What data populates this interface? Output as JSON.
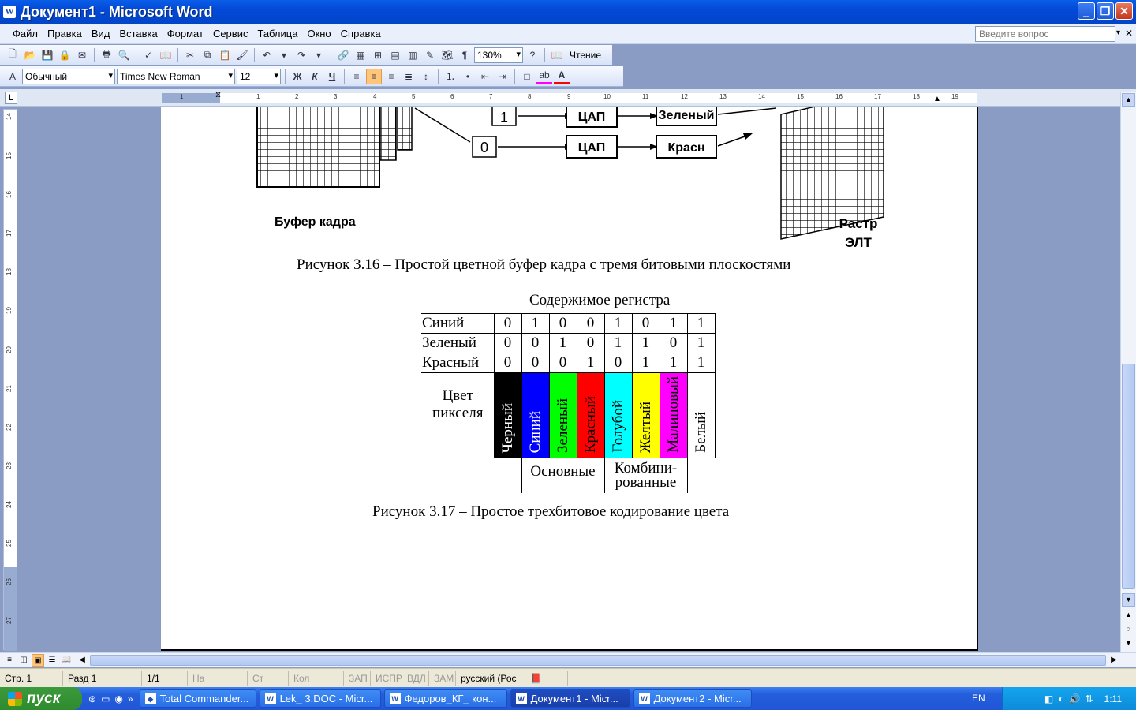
{
  "window": {
    "title": "Документ1 - Microsoft Word",
    "app_icon": "W",
    "min": "_",
    "max": "❐",
    "close": "✕"
  },
  "menu": [
    "Файл",
    "Правка",
    "Вид",
    "Вставка",
    "Формат",
    "Сервис",
    "Таблица",
    "Окно",
    "Справка"
  ],
  "ask": {
    "placeholder": "Введите вопрос"
  },
  "toolbar": {
    "zoom": "130%",
    "reading": "Чтение",
    "style": "Обычный",
    "font": "Times New Roman",
    "size": "12",
    "bold": "Ж",
    "italic": "К",
    "underline": "Ч"
  },
  "ruler": {
    "corner": "L",
    "h_ticks": [
      "1",
      "1",
      "2",
      "3",
      "4",
      "5",
      "6",
      "7",
      "8",
      "9",
      "10",
      "11",
      "12",
      "13",
      "14",
      "15",
      "16",
      "17",
      "18",
      "19"
    ],
    "v_ticks": [
      "14",
      "15",
      "16",
      "17",
      "18",
      "19",
      "20",
      "21",
      "22",
      "23",
      "24",
      "25",
      "26",
      "27"
    ]
  },
  "figure1": {
    "buffer_label": "Буфер кадра",
    "raster_label": "Растр",
    "raster_label2": "ЭЛТ",
    "dac1": "ЦАП",
    "dac2": "ЦАП",
    "green": "Зеленый",
    "red": "Красн",
    "bit1": "1",
    "bit0": "0",
    "caption": "Рисунок 3.16 – Простой цветной буфер кадра с тремя битовыми плоскостями"
  },
  "register_header": "Содержимое регистра",
  "table": {
    "rows": [
      {
        "label": "Синий",
        "bits": [
          "0",
          "1",
          "0",
          "0",
          "1",
          "0",
          "1",
          "1"
        ]
      },
      {
        "label": "Зеленый",
        "bits": [
          "0",
          "0",
          "1",
          "0",
          "1",
          "1",
          "0",
          "1"
        ]
      },
      {
        "label": "Красный",
        "bits": [
          "0",
          "0",
          "0",
          "1",
          "0",
          "1",
          "1",
          "1"
        ]
      }
    ],
    "pixel_label_1": "Цвет",
    "pixel_label_2": "пикселя",
    "colors": [
      {
        "name": "Черный",
        "bg": "#000000",
        "fg": "#ffffff"
      },
      {
        "name": "Синий",
        "bg": "#0000ff",
        "fg": "#ffffff"
      },
      {
        "name": "Зеленый",
        "bg": "#00ff00",
        "fg": "#000000"
      },
      {
        "name": "Красный",
        "bg": "#ff0000",
        "fg": "#000000"
      },
      {
        "name": "Голубой",
        "bg": "#00ffff",
        "fg": "#000000"
      },
      {
        "name": "Желтый",
        "bg": "#ffff00",
        "fg": "#000000"
      },
      {
        "name": "Малиновый",
        "bg": "#ff00ff",
        "fg": "#000000"
      },
      {
        "name": "Белый",
        "bg": "#ffffff",
        "fg": "#000000"
      }
    ],
    "group_basic": "Основные",
    "group_combined_1": "Комбини-",
    "group_combined_2": "рованные"
  },
  "caption2": "Рисунок 3.17 – Простое трехбитовое кодирование цвета",
  "status": {
    "page": "Стр. 1",
    "section": "Разд 1",
    "pages": "1/1",
    "at": "На",
    "line": "Ст",
    "col": "Кол",
    "rec": "ЗАП",
    "trk": "ИСПР",
    "ext": "ВДЛ",
    "ovr": "ЗАМ",
    "lang": "русский (Рос"
  },
  "taskbar": {
    "start": "пуск",
    "tasks": [
      "Total Commander...",
      "Lek_ 3.DOC - Micr...",
      "Федоров_КГ_ кон...",
      "Документ1 - Micr...",
      "Документ2 - Micr..."
    ],
    "lang": "EN",
    "clock": "1:11"
  }
}
